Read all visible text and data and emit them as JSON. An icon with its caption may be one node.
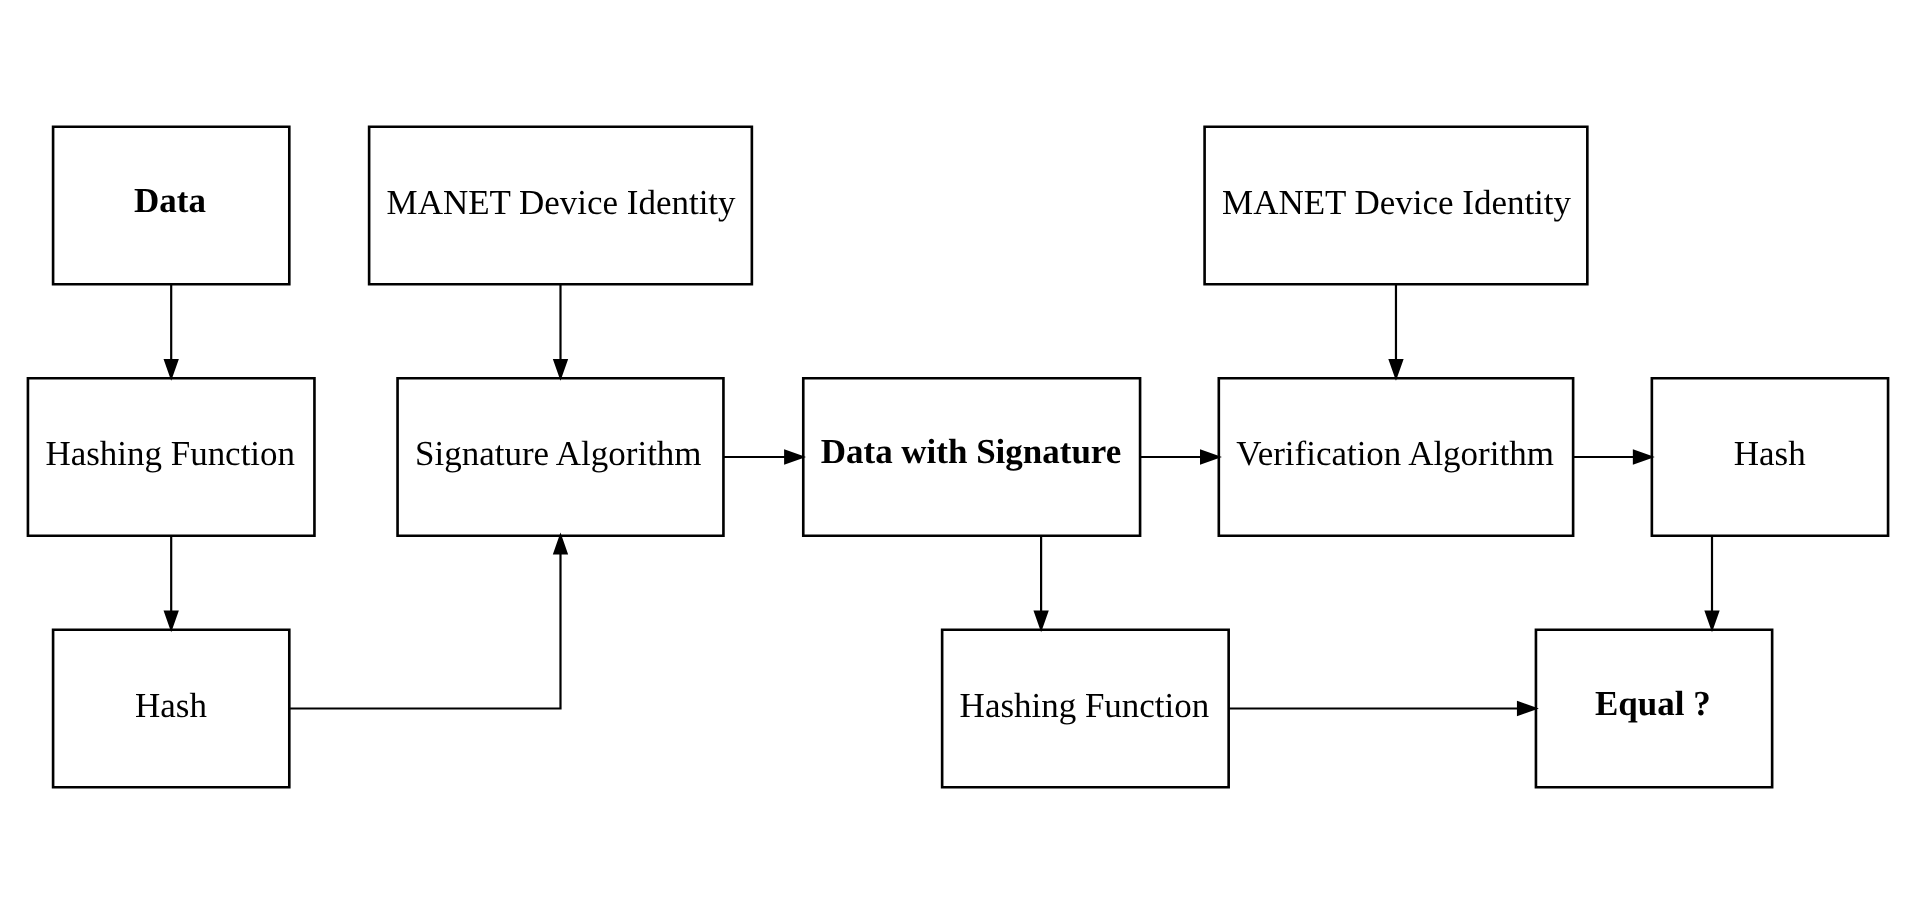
{
  "diagram": {
    "nodes": [
      {
        "text": [
          "Data"
        ]
      },
      {
        "text": [
          "MANET Device Identity"
        ]
      },
      {
        "text": [
          "MANET Device Identity"
        ]
      },
      {
        "text": [
          "Hashing Function"
        ]
      },
      {
        "text": [
          "Signature Algorithm"
        ]
      },
      {
        "text": [
          "Data with Signature"
        ]
      },
      {
        "text": [
          "Verification Algorithm"
        ]
      },
      {
        "text": [
          "Hash"
        ]
      },
      {
        "text": [
          "Hash"
        ]
      },
      {
        "text": [
          "Hashing Function"
        ]
      },
      {
        "text": [
          "Equal ?"
        ]
      }
    ],
    "edges": [
      {
        "from": 0,
        "to": 3,
        "arrow": "to"
      },
      {
        "from": 1,
        "to": 4,
        "arrow": "to"
      },
      {
        "from": 2,
        "to": 6,
        "arrow": "to"
      },
      {
        "from": 3,
        "to": 8,
        "arrow": "to"
      },
      {
        "from": 8,
        "to": 4,
        "arrow": "to"
      },
      {
        "from": 4,
        "to": 5,
        "arrow": "to"
      },
      {
        "from": 5,
        "to": 6,
        "arrow": "to"
      },
      {
        "from": 6,
        "to": 7,
        "arrow": "to"
      },
      {
        "from": 5,
        "to": 9,
        "arrow": "to"
      },
      {
        "from": 7,
        "to": 10,
        "arrow": "to"
      },
      {
        "from": 9,
        "to": 10,
        "arrow": "to"
      }
    ]
  }
}
